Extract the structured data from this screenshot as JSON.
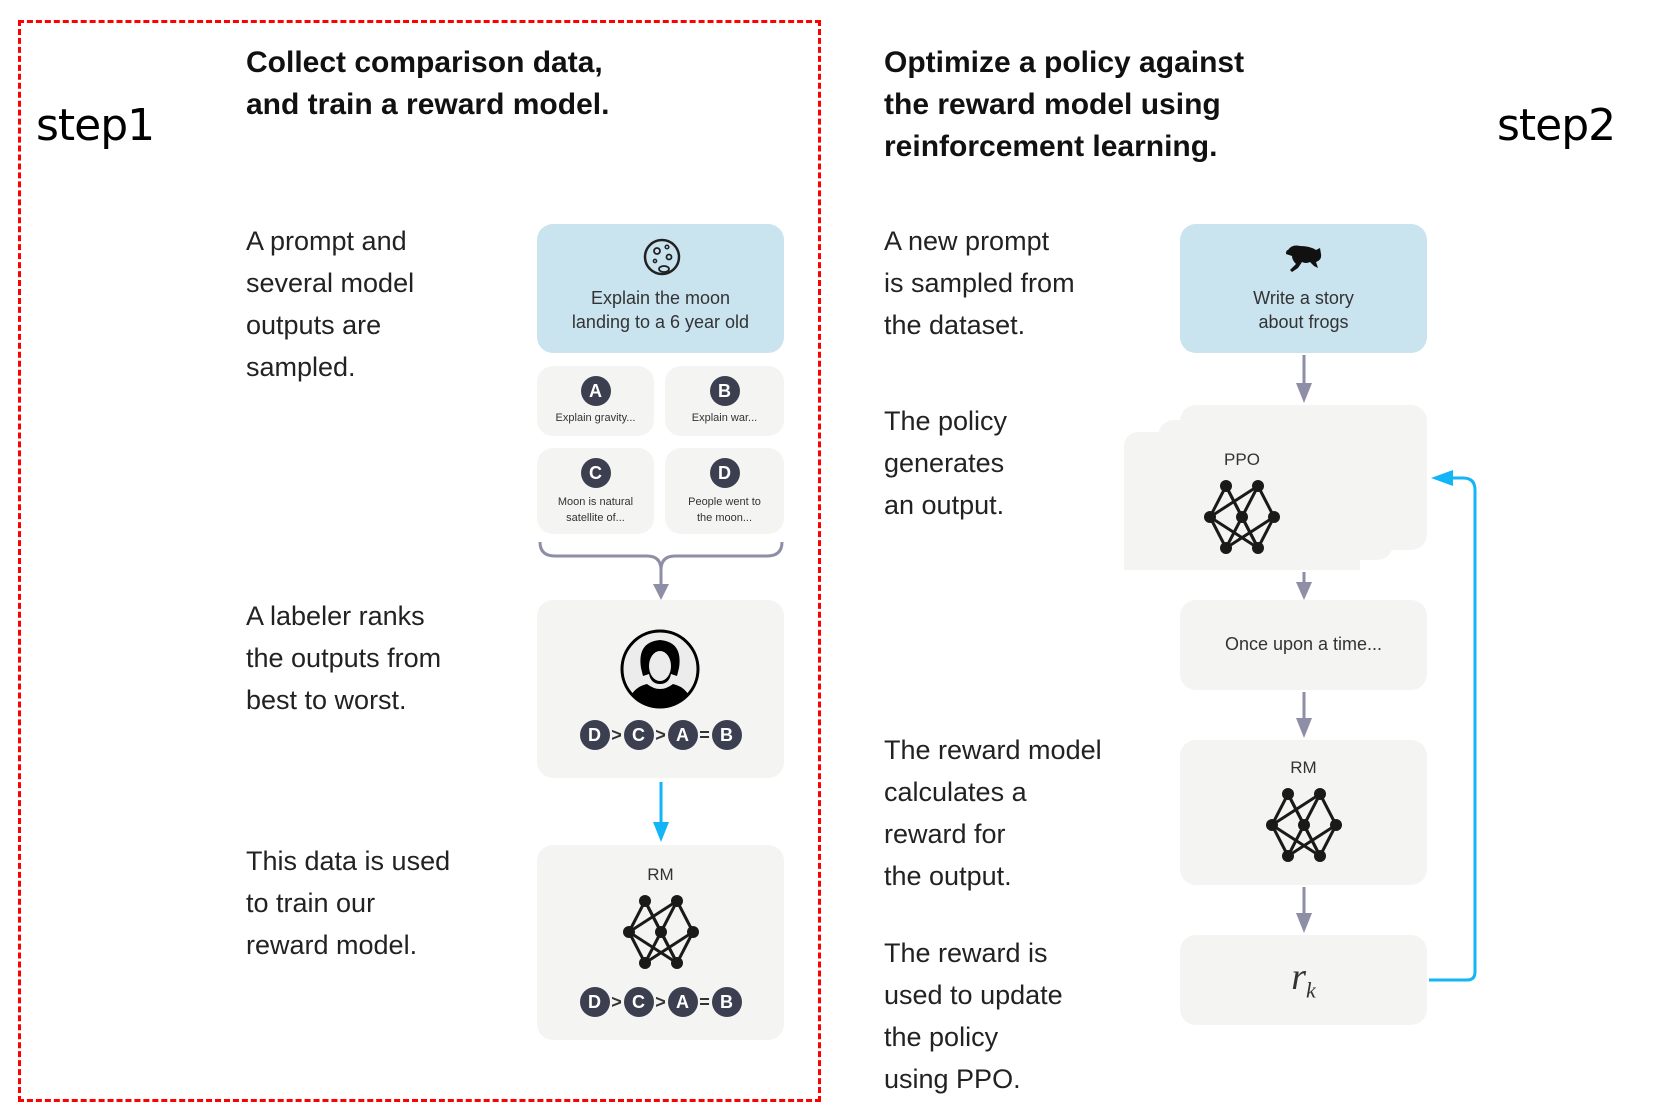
{
  "top_cut_text": "",
  "step1": {
    "label": "step1",
    "title_line1": "Collect comparison data,",
    "title_line2": "and train a reward model.",
    "desc1": [
      "A prompt and",
      "several model",
      "outputs are",
      "sampled."
    ],
    "desc2": [
      "A labeler ranks",
      "the outputs from",
      "best to worst."
    ],
    "desc3": [
      "This data is used",
      "to train our",
      "reward model."
    ],
    "prompt_card": {
      "icon": "moon-icon",
      "text_line1": "Explain the moon",
      "text_line2": "landing to a 6 year old"
    },
    "outputs": [
      {
        "letter": "A",
        "text_line1": "Explain gravity...",
        "text_line2": ""
      },
      {
        "letter": "B",
        "text_line1": "Explain war...",
        "text_line2": ""
      },
      {
        "letter": "C",
        "text_line1": "Moon is natural",
        "text_line2": "satellite of..."
      },
      {
        "letter": "D",
        "text_line1": "People went to",
        "text_line2": "the moon..."
      }
    ],
    "labeler_icon": "labeler-avatar-icon",
    "ranking": {
      "items": [
        "D",
        "C",
        "A",
        "B"
      ],
      "ops": [
        ">",
        ">",
        "="
      ]
    },
    "rm_card": {
      "label": "RM",
      "ranking": {
        "items": [
          "D",
          "C",
          "A",
          "B"
        ],
        "ops": [
          ">",
          ">",
          "="
        ]
      }
    }
  },
  "step2": {
    "label": "step2",
    "title_line1": "Optimize a policy against",
    "title_line2": "the reward model using",
    "title_line3": "reinforcement learning.",
    "desc1": [
      "A new prompt",
      "is sampled from",
      "the dataset."
    ],
    "desc2": [
      "The policy",
      "generates",
      "an output."
    ],
    "desc3": [
      "The reward model",
      "calculates a",
      "reward for",
      "the output."
    ],
    "desc4": [
      "The reward is",
      "used to update",
      "the policy",
      "using PPO."
    ],
    "prompt_card": {
      "icon": "frog-icon",
      "text_line1": "Write a story",
      "text_line2": "about frogs"
    },
    "policy_card": {
      "label": "PPO"
    },
    "output_card": {
      "text": "Once upon a time..."
    },
    "rm_card": {
      "label": "RM"
    },
    "reward_card": {
      "symbol": "r",
      "subscript": "k"
    }
  },
  "colors": {
    "dash_border": "#ff0000",
    "prompt_card_bg": "#c9e3ef",
    "card_bg": "#f4f4f3",
    "gray_arrow": "#8e8ea6",
    "blue_arrow": "#12b5f5",
    "badge": "#3c3f50"
  }
}
